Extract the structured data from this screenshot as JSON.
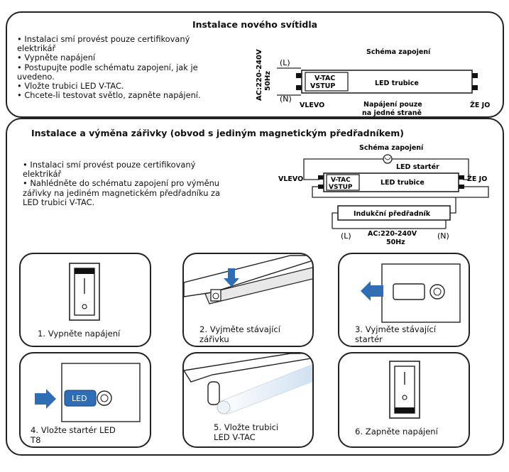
{
  "top": {
    "title": "Instalace nového svítidla",
    "bullets": [
      "• Instalaci smí provést pouze certifikovaný elektrikář",
      "• Vypněte napájení",
      "• Postupujte podle schématu zapojení, jak je uvedeno.",
      "• Vložte trubici LED V-TAC.",
      "• Chcete-li testovat světlo, zapněte napájení."
    ],
    "diagram": {
      "heading": "Schéma zapojení",
      "ac": "AC:220-240V",
      "hz": "50Hz",
      "l": "(L)",
      "n": "(N)",
      "vtac": "V-TAC",
      "vstup": "VSTUP",
      "tube": "LED trubice",
      "left": "VLEVO",
      "right": "ŽE JO",
      "note1": "Napájení pouze",
      "note2": "na jedné straně"
    }
  },
  "bottom": {
    "title": "Instalace a výměna zářivky (obvod s jediným magnetickým předřadníkem)",
    "bullets": [
      "• Instalaci smí provést pouze certifikovaný elektrikář",
      "• Nahlédněte do schématu zapojení pro výměnu zářivky na jediném magnetickém předřadníku za LED trubici V-TAC."
    ],
    "diagram": {
      "heading": "Schéma zapojení",
      "starter": "LED startér",
      "left": "VLEVO",
      "right": "ŽE JO",
      "vtac": "V-TAC",
      "vstup": "VSTUP",
      "tube": "LED trubice",
      "ballast": "Indukční předřadník",
      "l": "(L)",
      "n": "(N)",
      "ac": "AC:220-240V",
      "hz": "50Hz"
    }
  },
  "steps": [
    {
      "num": "1.",
      "line1": "Vypněte napájení",
      "line2": ""
    },
    {
      "num": "2.",
      "line1": "Vyjměte stávající",
      "line2": "zářivku"
    },
    {
      "num": "3.",
      "line1": "Vyjměte stávající",
      "line2": "startér"
    },
    {
      "num": "4.",
      "line1": "Vložte startér LED",
      "line2": "T8"
    },
    {
      "num": "5.",
      "line1": "Vložte trubici",
      "line2": "LED V-TAC"
    },
    {
      "num": "6.",
      "line1": "Zapněte napájení",
      "line2": ""
    }
  ],
  "step4_led": "LED",
  "colors": {
    "arrow": "#2f6db5",
    "led_badge": "#2f6db5"
  }
}
